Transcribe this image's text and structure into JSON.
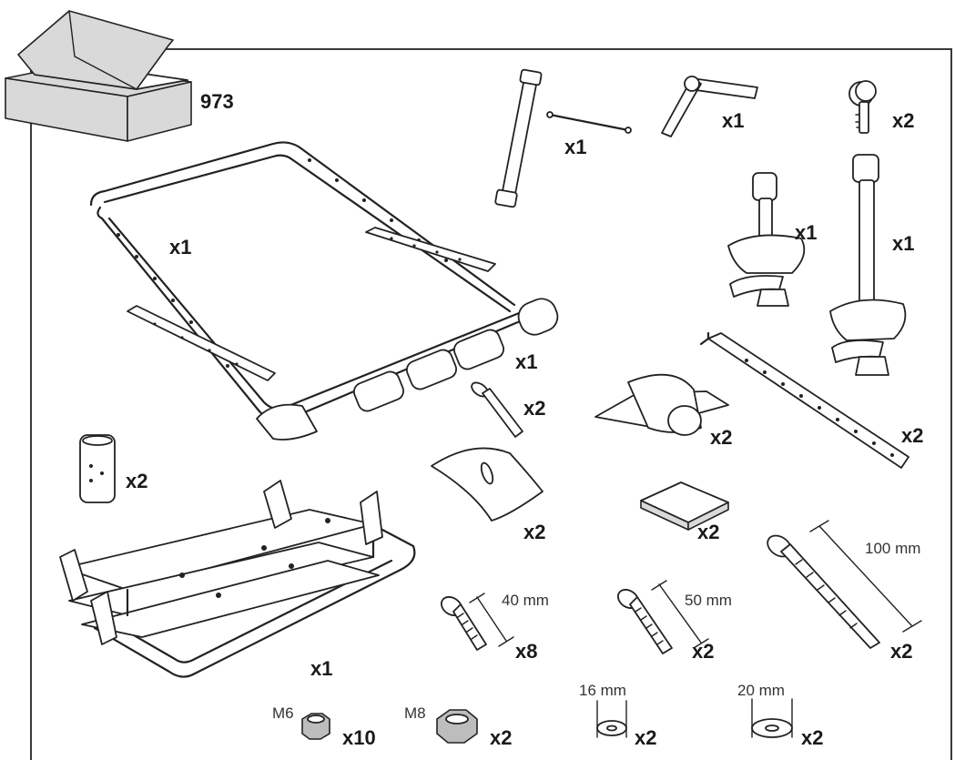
{
  "box_number": "973",
  "parts": {
    "tube_wrench_qty": "x1",
    "hex_key_qty": "x1",
    "keys_qty": "x2",
    "frame_qty": "x1",
    "clamp_short_qty": "x1",
    "clamp_long_qty": "x1",
    "padded_bar_qty": "x1",
    "bolt_small_qty": "x2",
    "clamp_block_qty": "x2",
    "strap_qty": "x2",
    "bracket_qty": "x2",
    "saddle_qty": "x2",
    "pad_qty": "x2",
    "base_frame_qty": "x1",
    "bolt_40_qty": "x8",
    "bolt_50_qty": "x2",
    "bolt_100_qty": "x2",
    "nut_m6_qty": "x10",
    "nut_m8_qty": "x2",
    "washer_16_qty": "x2",
    "washer_20_qty": "x2"
  },
  "dimensions": {
    "bolt_40": "40 mm",
    "bolt_50": "50 mm",
    "bolt_100": "100 mm",
    "nut_m6": "M6",
    "nut_m8": "M8",
    "washer_16": "16 mm",
    "washer_20": "20 mm"
  }
}
